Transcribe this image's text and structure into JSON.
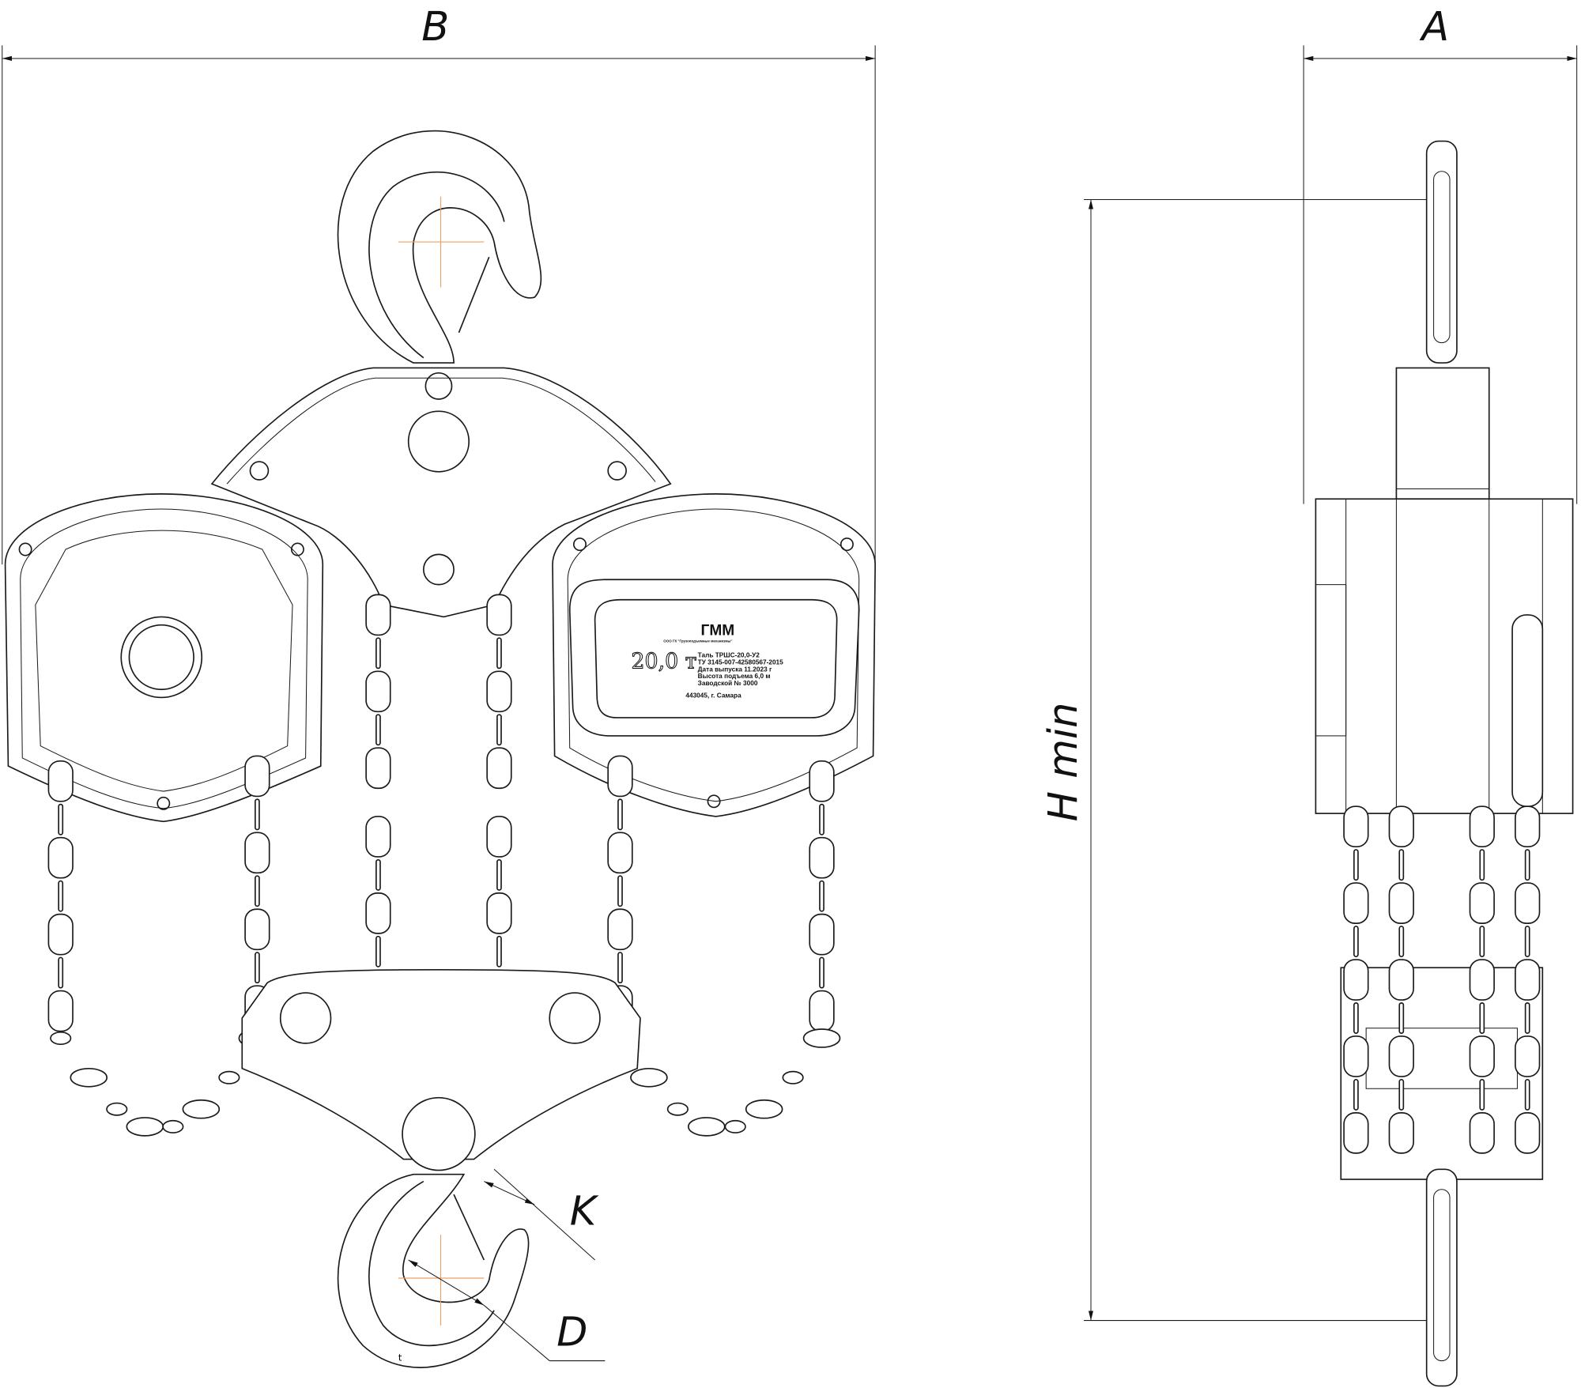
{
  "dimensions": {
    "width_label": "B",
    "depth_label": "A",
    "height_label": "H min",
    "hook_throat_label": "K",
    "hook_diameter_label": "D"
  },
  "nameplate": {
    "brand": "ГММ",
    "company": "ООО ГК \"Грузоподъемные механизмы\"",
    "capacity": "20,0 т",
    "lines": [
      "Таль ТРШС-20,0-У2",
      "ТУ 3145-007-42580567-2015",
      "Дата выпуска 11.2023 г",
      "Высота подъема   6,0 м",
      "Заводской № 3000"
    ],
    "address": "443045, г. Самара"
  },
  "hook_mark": "t"
}
